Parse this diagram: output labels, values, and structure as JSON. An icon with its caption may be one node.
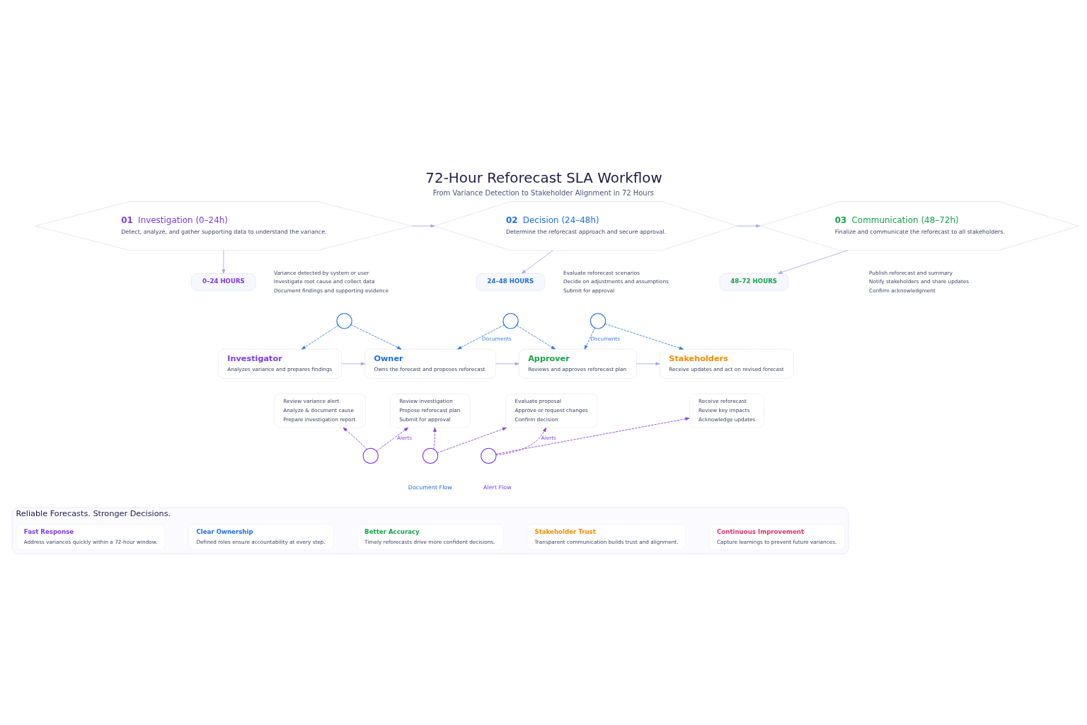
{
  "diagram": {
    "title": "72-Hour Reforecast SLA Workflow",
    "caption": "From Variance Detection to Stakeholder Alignment in 72 Hours",
    "nodes": [
      {
        "text": [
          "01",
          "Investigation (0–24h)",
          "Detect, analyze, and gather supporting data to understand the variance."
        ],
        "beside": [
          "Variance detected by system or user",
          "Investigate root cause and collect data",
          "Document findings and supporting evidence"
        ]
      },
      {
        "text": [
          "02",
          "Decision (24–48h)",
          "Determine the reforecast approach and secure approval."
        ],
        "beside": [
          "Evaluate reforecast scenarios",
          "Decide on adjustments and assumptions",
          "Submit for approval"
        ]
      },
      {
        "text": [
          "03",
          "Communication (48–72h)",
          "Finalize and communicate the reforecast to all stakeholders."
        ],
        "beside": [
          "Publish reforecast and summary",
          "Notify stakeholders and share updates",
          "Confirm acknowledgment"
        ]
      },
      {
        "text": [
          "0–24 HOURS"
        ]
      },
      {
        "text": [
          "24–48 HOURS"
        ]
      },
      {
        "text": [
          "48–72 HOURS"
        ]
      },
      {
        "text": [],
        "shape": "circle"
      },
      {
        "text": [],
        "shape": "circle"
      },
      {
        "text": [],
        "shape": "circle"
      },
      {
        "text": [
          "Investigator",
          "Analyzes variance and prepares findings"
        ]
      },
      {
        "text": [
          "Owner",
          "Owns the forecast and proposes reforecast"
        ]
      },
      {
        "text": [
          "Approver",
          "Reviews and approves reforecast plan"
        ]
      },
      {
        "text": [
          "Stakeholders",
          "Receive updates and act on revised forecast"
        ]
      },
      {
        "text": [
          "Review variance alert",
          "Analyze & document cause",
          "Prepare investigation report"
        ]
      },
      {
        "text": [
          "Review investigation",
          "Propose reforecast plan",
          "Submit for approval"
        ]
      },
      {
        "text": [
          "Evaluate proposal",
          "Approve or request changes",
          "Confirm decision"
        ]
      },
      {
        "text": [
          "Receive reforecast",
          "Review key impacts",
          "Acknowledge updates"
        ]
      },
      {
        "text": [],
        "shape": "circle"
      },
      {
        "text": [],
        "shape": "circle"
      },
      {
        "text": [],
        "shape": "circle"
      },
      {
        "text": [
          "Reliable Forecasts. Stronger Decisions."
        ]
      },
      {
        "text": [
          "Fast Response",
          "Address variances quickly within a 72-hour window."
        ],
        "in": 20
      },
      {
        "text": [
          "Clear Ownership",
          "Defined roles ensure accountability at every step."
        ],
        "in": 20
      },
      {
        "text": [
          "Better Accuracy",
          "Timely reforecasts drive more confident decisions."
        ],
        "in": 20
      },
      {
        "text": [
          "Stakeholder Trust",
          "Transparent communication builds trust and alignment."
        ],
        "in": 20
      },
      {
        "text": [
          "Continuous Improvement",
          "Capture learnings to prevent future variances."
        ],
        "in": 20
      }
    ],
    "edges": [
      {
        "from": 0,
        "to": 1,
        "arrow": "to"
      },
      {
        "from": 1,
        "to": 2,
        "arrow": "to"
      },
      {
        "from": 0,
        "to": 3,
        "arrow": "to"
      },
      {
        "from": 1,
        "to": 4,
        "arrow": "to"
      },
      {
        "from": 2,
        "to": 5,
        "arrow": "to"
      },
      {
        "from": 6,
        "to": 9,
        "arrow": "to",
        "style": "dashed",
        "color": "#2f7de1"
      },
      {
        "from": 6,
        "to": 10,
        "arrow": "to",
        "style": "dashed",
        "color": "#2f7de1"
      },
      {
        "from": 7,
        "to": 10,
        "arrow": "to",
        "style": "dashed",
        "color": "#2f7de1",
        "label": "Documents"
      },
      {
        "from": 7,
        "to": 11,
        "arrow": "to",
        "style": "dashed",
        "color": "#2f7de1"
      },
      {
        "from": 8,
        "to": 11,
        "arrow": "to",
        "style": "dashed",
        "color": "#2f7de1",
        "label": "Documents"
      },
      {
        "from": 8,
        "to": 12,
        "arrow": "to",
        "style": "dashed",
        "color": "#2f7de1"
      },
      {
        "from": 9,
        "to": 10,
        "arrow": "to"
      },
      {
        "from": 10,
        "to": 11,
        "arrow": "to"
      },
      {
        "from": 11,
        "to": 12,
        "arrow": "to"
      },
      {
        "from": 17,
        "to": 13,
        "arrow": "to",
        "style": "dashed",
        "color": "#8b3fd9"
      },
      {
        "from": 17,
        "to": 14,
        "arrow": "to",
        "style": "dashed",
        "color": "#8b3fd9",
        "label": "Alerts"
      },
      {
        "from": 18,
        "to": 14,
        "arrow": "to",
        "style": "dashed",
        "color": "#8b3fd9"
      },
      {
        "from": 18,
        "to": 15,
        "arrow": "to",
        "style": "dashed",
        "color": "#8b3fd9"
      },
      {
        "from": 19,
        "to": 15,
        "arrow": "to",
        "style": "dashed",
        "color": "#8b3fd9",
        "label": "Alerts"
      },
      {
        "from": 19,
        "to": 16,
        "arrow": "to",
        "style": "dashed",
        "color": "#8b3fd9"
      }
    ],
    "legend": [
      {
        "text": "Document Flow"
      },
      {
        "text": "Alert Flow"
      }
    ]
  }
}
